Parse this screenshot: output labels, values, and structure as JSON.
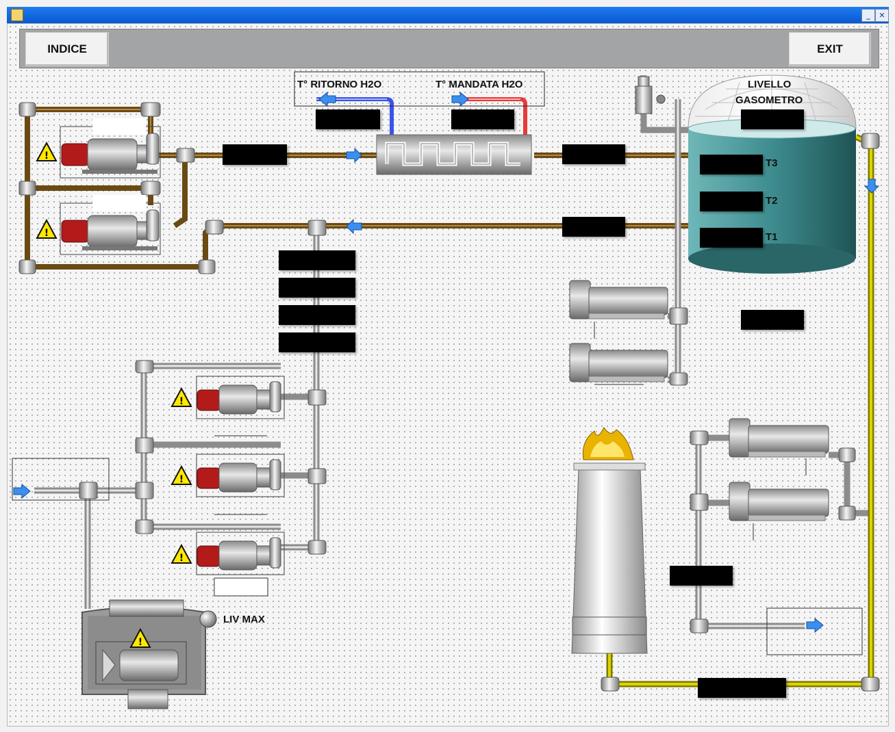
{
  "window": {
    "minimize_glyph": "_",
    "close_glyph": "✕"
  },
  "toolbar": {
    "index_label": "INDICE",
    "exit_label": "EXIT"
  },
  "labels": {
    "return_temp": "T° RITORNO H2O",
    "supply_temp": "T° MANDATA H2O",
    "gasometer_level_line1": "LIVELLO",
    "gasometer_level_line2": "GASOMETRO",
    "t3": "T3",
    "t2": "T2",
    "t1": "T1",
    "max_level": "LIV MAX"
  },
  "icons": [
    "warning-icon",
    "flow-arrow-icon",
    "level-lamp-icon",
    "flame-icon",
    "gate-valve-icon"
  ],
  "colors": {
    "sludge_pipe": "#6b4a12",
    "biogas_pipe": "#c8c000",
    "hot_water": "#e83a3a",
    "cold_water": "#3a54e8",
    "tank": "#3e8c8f",
    "window_title": "#0a58d0"
  }
}
